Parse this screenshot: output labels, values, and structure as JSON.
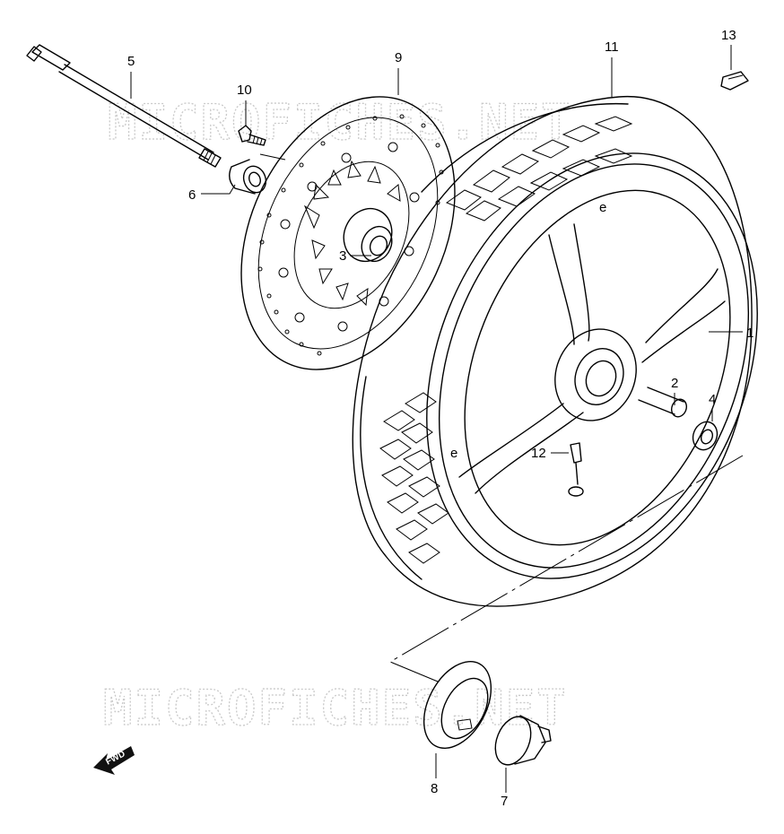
{
  "watermark": "MICROFICHES.NET",
  "direction_label": "FWD",
  "callouts": [
    "1",
    "2",
    "3",
    "4",
    "5",
    "6",
    "7",
    "8",
    "9",
    "10",
    "11",
    "12",
    "13"
  ],
  "parts": {
    "1": "wheel-rim",
    "2": "spacer",
    "3": "hub-bearing",
    "4": "collar",
    "5": "axle",
    "6": "collar",
    "7": "speedometer-gearbox",
    "8": "gearbox-retainer",
    "9": "brake-disc",
    "10": "disc-bolt",
    "11": "tire",
    "12": "valve-stem",
    "13": "valve-cap"
  }
}
